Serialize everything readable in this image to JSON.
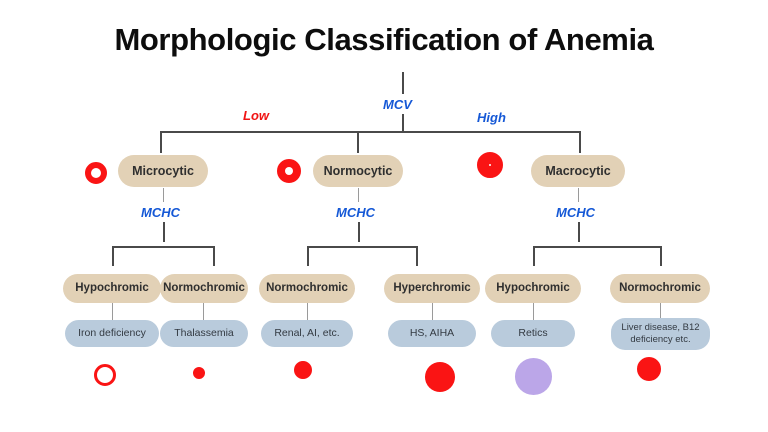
{
  "title": "Morphologic Classification of Anemia",
  "colors": {
    "tan_pill": "#e2d1b6",
    "blue_pill": "#b9cbdc",
    "rbc_red": "#fa1414",
    "retic_purple": "#bba6e8",
    "label_blue": "#1558d6",
    "label_red": "#f01414",
    "connector": "#4a4a4a",
    "background": "#ffffff"
  },
  "root": {
    "label": "MCV"
  },
  "branch_labels": {
    "low": "Low",
    "high": "High"
  },
  "tier2": [
    {
      "label": "Microcytic",
      "icon": "rbc-microcytic-ring",
      "mchc_label": "MCHC"
    },
    {
      "label": "Normocytic",
      "icon": "rbc-normocytic-ring",
      "mchc_label": "MCHC"
    },
    {
      "label": "Macrocytic",
      "icon": "rbc-macrocytic-ring",
      "mchc_label": "MCHC"
    }
  ],
  "tier3": [
    {
      "label": "Hypochromic"
    },
    {
      "label": "Normochromic"
    },
    {
      "label": "Normochromic"
    },
    {
      "label": "Hyperchromic"
    },
    {
      "label": "Hypochromic"
    },
    {
      "label": "Normochromic"
    }
  ],
  "tier4": [
    {
      "label": "Iron deficiency"
    },
    {
      "label": "Thalassemia"
    },
    {
      "label": "Renal, AI, etc."
    },
    {
      "label": "HS, AIHA"
    },
    {
      "label": "Retics"
    },
    {
      "label": "Liver disease, B12 deficiency etc."
    }
  ],
  "bottom_icons": [
    {
      "icon": "rbc-hypochromic-thin-ring",
      "color": "#fa1414"
    },
    {
      "icon": "rbc-small-ring",
      "color": "#fa1414"
    },
    {
      "icon": "rbc-medium-ring",
      "color": "#fa1414"
    },
    {
      "icon": "rbc-hyperchromic-solid",
      "color": "#fa1414"
    },
    {
      "icon": "reticulocyte-solid-purple",
      "color": "#bba6e8"
    },
    {
      "icon": "rbc-macrocytic-large-ring",
      "color": "#fa1414"
    }
  ]
}
